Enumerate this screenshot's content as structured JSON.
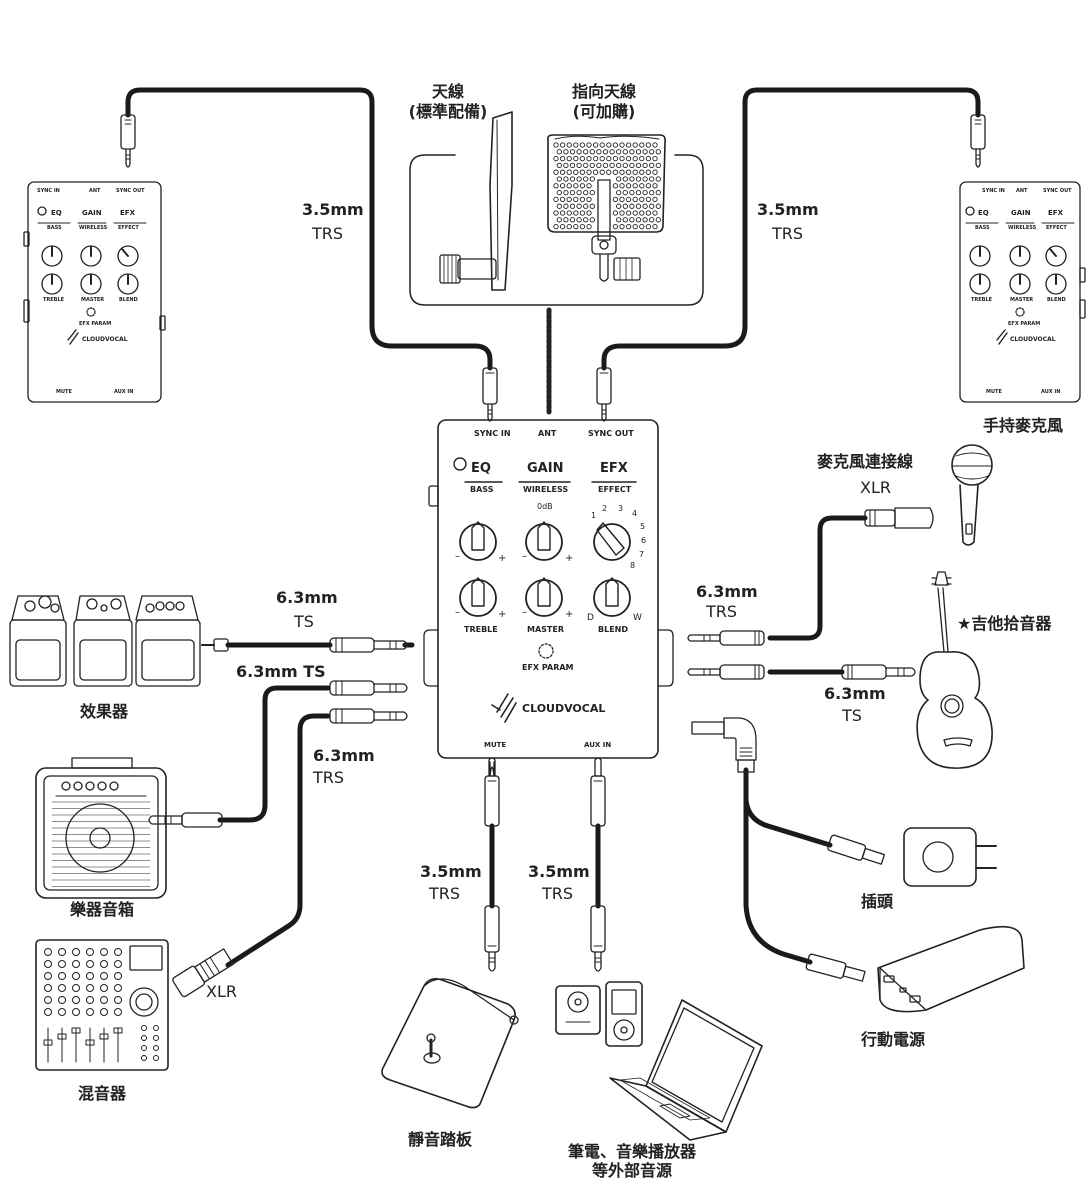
{
  "unit": {
    "sync_in": "SYNC IN",
    "ant": "ANT",
    "sync_out": "SYNC OUT",
    "eq": "EQ",
    "gain": "GAIN",
    "efx": "EFX",
    "bass": "BASS",
    "wireless": "WIRELESS",
    "effect": "EFFECT",
    "odb": "0dB",
    "treble": "TREBLE",
    "master": "MASTER",
    "blend": "BLEND",
    "efx_param": "EFX PARAM",
    "brand": "CLOUDVOCAL",
    "mute": "MUTE",
    "aux_in": "AUX IN",
    "dial_numbers": [
      "1",
      "2",
      "3",
      "4",
      "5",
      "6",
      "7",
      "8"
    ],
    "dry": "D",
    "wet": "W",
    "minus": "–",
    "plus": "+"
  },
  "labels": {
    "antenna_std": [
      "天線",
      "(標準配備)"
    ],
    "antenna_dir": [
      "指向天線",
      "(可加購)"
    ],
    "cable_35_left": [
      "3.5mm",
      "TRS"
    ],
    "cable_35_right": [
      "3.5mm",
      "TRS"
    ],
    "mic": "手持麥克風",
    "mic_cable": [
      "麥克風連接線",
      "XLR"
    ],
    "guitar": "★吉他拾音器",
    "out_63": [
      "6.3mm",
      "TRS"
    ],
    "in_63": [
      "6.3mm",
      "TS"
    ],
    "effects_63": [
      "6.3mm",
      "TS"
    ],
    "effects_63_b": "6.3mm TS",
    "amp_63": [
      "6.3mm",
      "TRS"
    ],
    "effects": "效果器",
    "amp": "樂器音箱",
    "mixer": "混音器",
    "xlr": "XLR",
    "mute_35": [
      "3.5mm",
      "TRS"
    ],
    "aux_35": [
      "3.5mm",
      "TRS"
    ],
    "mute_pedal": "靜音踏板",
    "aux_source": [
      "筆電、音樂播放器",
      "等外部音源"
    ],
    "plug": "插頭",
    "power_bank": "行動電源"
  }
}
